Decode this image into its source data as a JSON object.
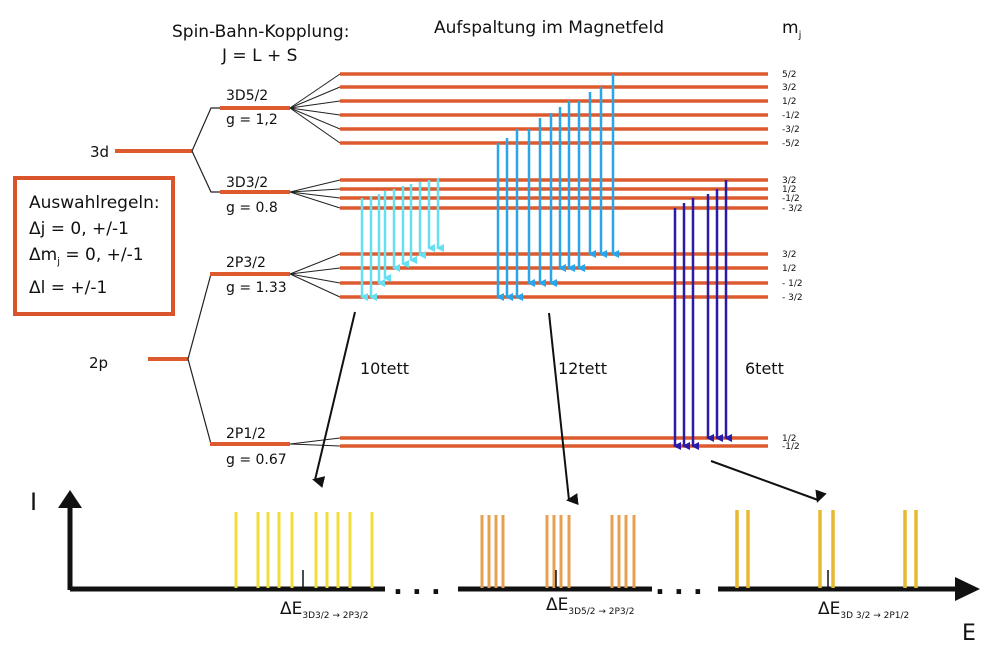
{
  "titles": {
    "coupling": "Spin-Bahn-Kopplung:",
    "coupling_formula": "J = L + S",
    "field": "Aufspaltung im Magnetfeld",
    "mj": "m",
    "mj_sub": "j"
  },
  "levels": {
    "d": "3d",
    "p": "2p",
    "d52": "3D5/2",
    "d52_g": "g = 1,2",
    "d32": "3D3/2",
    "d32_g": "g = 0.8",
    "p32": "2P3/2",
    "p32_g": "g = 1.33",
    "p12": "2P1/2",
    "p12_g": "g = 0.67"
  },
  "mj_labels": {
    "d52": [
      "5/2",
      "3/2",
      "1/2",
      "-1/2",
      "-3/2",
      "-5/2"
    ],
    "d32": [
      "3/2",
      "1/2",
      "-1/2",
      "- 3/2"
    ],
    "p32": [
      "3/2",
      "1/2",
      "- 1/2",
      "- 3/2"
    ],
    "p12": [
      "1/2",
      "-1/2"
    ]
  },
  "rules": {
    "title": "Auswahlregeln:",
    "line1_sym": "Δj",
    "line1_val": " = 0, +/-1",
    "line2_sym": "Δm",
    "line2_sub": "j",
    "line2_val": " = 0, +/-1",
    "line3_sym": "Δl",
    "line3_val": " = +/-1"
  },
  "groups": {
    "g10": "10tett",
    "g12": "12tett",
    "g6": "6tett"
  },
  "spectrum": {
    "y_axis": "I",
    "x_axis": "E",
    "dots1": ". . .",
    "dots2": ". . .",
    "de1": "ΔE",
    "de1_sub": "3D3/2 → 2P3/2",
    "de2": "ΔE",
    "de2_sub": "3D5/2 → 2P3/2",
    "de3": "ΔE",
    "de3_sub": "3D 3/2 → 2P1/2"
  },
  "colors": {
    "level": "#dc5a2e",
    "arrow_cyan": "#66e0f0",
    "arrow_blue": "#2aa6e8",
    "arrow_navy": "#2a1aa8",
    "line_yellow": "#f0dc3a",
    "line_orange": "#e6a050",
    "line_gold": "#e8b830",
    "rule_box": "#d9532b"
  }
}
